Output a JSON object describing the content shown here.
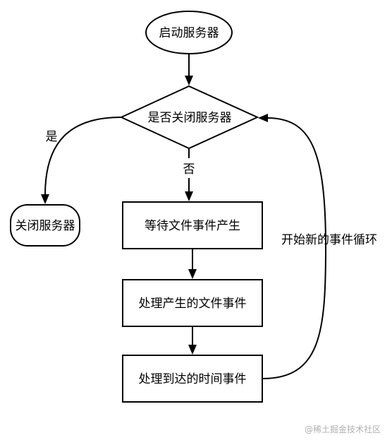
{
  "nodes": {
    "start": "启动服务器",
    "decision": "是否关闭服务器",
    "close": "关闭服务器",
    "wait": "等待文件事件产生",
    "process_file": "处理产生的文件事件",
    "process_time": "处理到达的时间事件"
  },
  "edges": {
    "yes": "是",
    "no": "否",
    "loop": "开始新的事件循环"
  },
  "watermark": "@稀土掘金技术社区",
  "colors": {
    "stroke": "#000000",
    "fill": "#ffffff",
    "watermark": "#b0b0b0"
  }
}
